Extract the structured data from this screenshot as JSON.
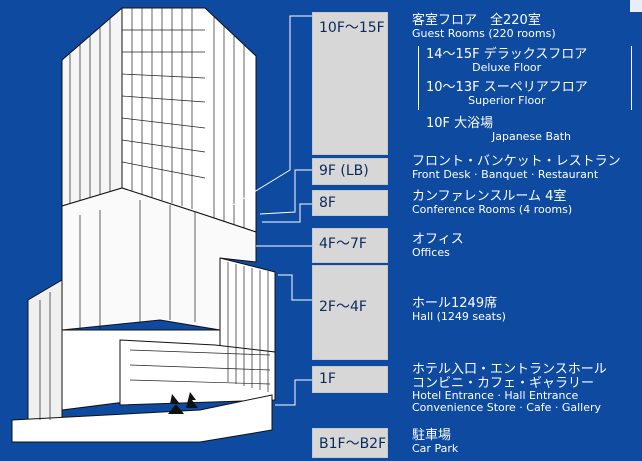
{
  "floors": [
    {
      "label": "10F〜15F"
    },
    {
      "label": "9F (LB)"
    },
    {
      "label": "8F"
    },
    {
      "label": "4F〜7F"
    },
    {
      "label": "2F〜4F"
    },
    {
      "label": "1F"
    },
    {
      "label": "B1F〜B2F"
    }
  ],
  "descriptions": {
    "guest_jp": "客室フロア　全220室",
    "guest_en": "Guest Rooms (220 rooms)",
    "deluxe_jp": "14〜15F デラックスフロア",
    "deluxe_en": "Deluxe Floor",
    "superior_jp": "10〜13F スーペリアフロア",
    "superior_en": "Superior Floor",
    "bath_jp": "10F 大浴場",
    "bath_en": "Japanese Bath",
    "front_jp": "フロント・バンケット・レストラン",
    "front_en": "Front Desk · Banquet · Restaurant",
    "conf_jp": "カンファレンスルーム 4室",
    "conf_en": "Conference Rooms (4 rooms)",
    "office_jp": "オフィス",
    "office_en": "Offices",
    "hall_jp": "ホール1249席",
    "hall_en": "Hall (1249 seats)",
    "entrance_jp1": "ホテル入口・エントランスホール",
    "entrance_jp2": "コンビニ・カフェ・ギャラリー",
    "entrance_en1": "Hotel Entrance · Hall Entrance",
    "entrance_en2": "Convenience Store · Cafe · Gallery",
    "parking_jp": "駐車場",
    "parking_en": "Car Park"
  },
  "colors": {
    "background": "#0d4aa0",
    "box": "#d7d7d7",
    "box_text": "#0b2a5a",
    "line": "#ffffff"
  }
}
